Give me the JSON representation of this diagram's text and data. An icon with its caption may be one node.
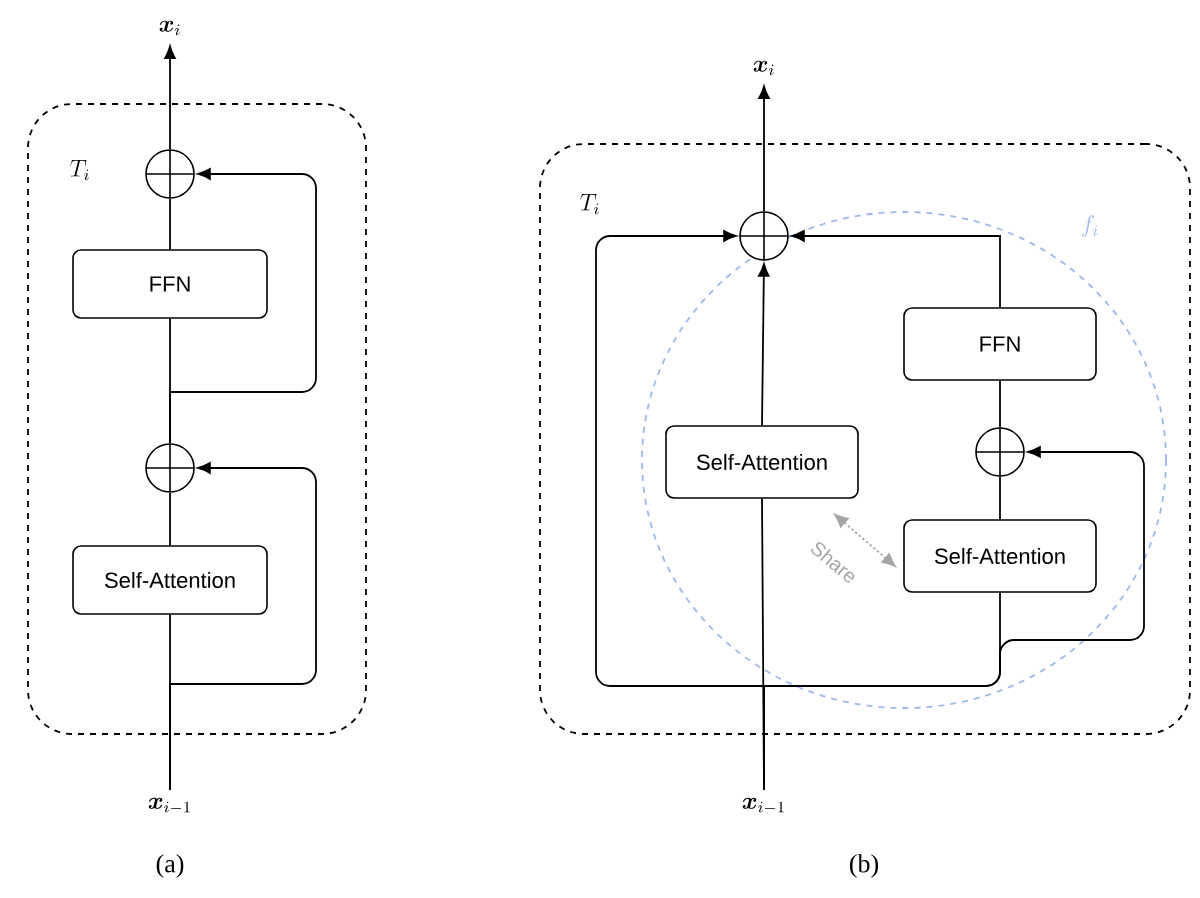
{
  "diagram": {
    "nodes": [
      {
        "text": [
          "\\boldsymbol{x}_i"
        ]
      },
      {
        "text": [
          "T_i"
        ]
      },
      {
        "text": [],
        "shape": "circle",
        "in": 1
      },
      {
        "text": [
          "FFN"
        ],
        "in": 1
      },
      {
        "text": [],
        "shape": "circle",
        "in": 1
      },
      {
        "text": [
          "Self-Attention"
        ],
        "in": 1
      },
      {
        "text": [
          "\\boldsymbol{x}_{i-1}"
        ]
      },
      {
        "text": [
          "\\boldsymbol{x}_i"
        ]
      },
      {
        "text": [
          "T_i"
        ]
      },
      {
        "text": [
          "f_i"
        ],
        "in": 8
      },
      {
        "text": [],
        "shape": "circle",
        "in": 8
      },
      {
        "text": [
          "Self-Attention"
        ],
        "in": 9
      },
      {
        "text": [
          "FFN"
        ],
        "in": 9
      },
      {
        "text": [],
        "shape": "circle",
        "in": 9
      },
      {
        "text": [
          "Self-Attention"
        ],
        "in": 9
      },
      {
        "text": [
          "\\boldsymbol{x}_{i-1}"
        ]
      }
    ],
    "edges": [
      {
        "from": 6,
        "to": 5,
        "arrow": "none"
      },
      {
        "from": 5,
        "to": 4,
        "arrow": "none"
      },
      {
        "from": 6,
        "to": 4,
        "arrow": "to"
      },
      {
        "from": 4,
        "to": 3,
        "arrow": "none"
      },
      {
        "from": 3,
        "to": 2,
        "arrow": "none"
      },
      {
        "from": 4,
        "to": 2,
        "arrow": "to"
      },
      {
        "from": 2,
        "to": 0,
        "arrow": "to"
      },
      {
        "from": 15,
        "to": 11,
        "arrow": "none"
      },
      {
        "from": 11,
        "to": 10,
        "arrow": "to"
      },
      {
        "from": 15,
        "to": 10,
        "arrow": "to"
      },
      {
        "from": 15,
        "to": 14,
        "arrow": "none"
      },
      {
        "from": 14,
        "to": 13,
        "arrow": "none"
      },
      {
        "from": 15,
        "to": 13,
        "arrow": "to"
      },
      {
        "from": 13,
        "to": 12,
        "arrow": "none"
      },
      {
        "from": 12,
        "to": 10,
        "arrow": "to"
      },
      {
        "from": 10,
        "to": 7,
        "arrow": "to"
      },
      {
        "from": 11,
        "to": 14,
        "arrow": "both",
        "style": "dashed",
        "color": "#a6a6a6",
        "label": "Share"
      }
    ],
    "labels": [
      "(a)",
      "(b)"
    ]
  }
}
